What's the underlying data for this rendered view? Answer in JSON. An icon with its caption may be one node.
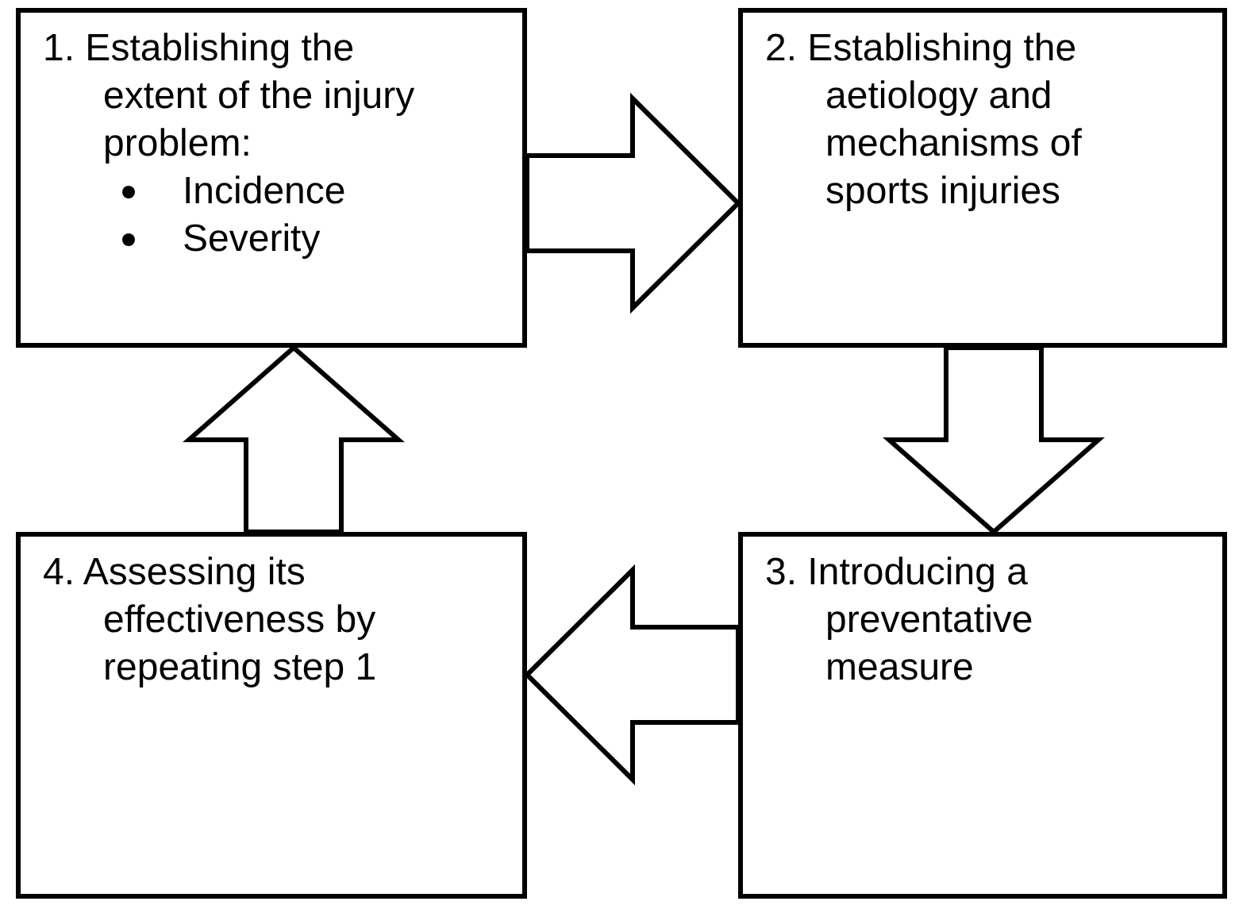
{
  "diagram": {
    "nodes": [
      {
        "text": [
          "1. Establishing the extent of the injury problem:",
          "Incidence",
          "Severity"
        ]
      },
      {
        "text": [
          "2. Establishing the aetiology and mechanisms of sports injuries"
        ]
      },
      {
        "text": [
          "3. Introducing a preventative measure"
        ]
      },
      {
        "text": [
          "4. Assessing its effectiveness by repeating step 1"
        ]
      }
    ],
    "edges": [
      {
        "from": 0,
        "to": 1,
        "arrow": "to"
      },
      {
        "from": 1,
        "to": 2,
        "arrow": "to"
      },
      {
        "from": 2,
        "to": 3,
        "arrow": "to"
      },
      {
        "from": 3,
        "to": 0,
        "arrow": "to"
      }
    ]
  }
}
